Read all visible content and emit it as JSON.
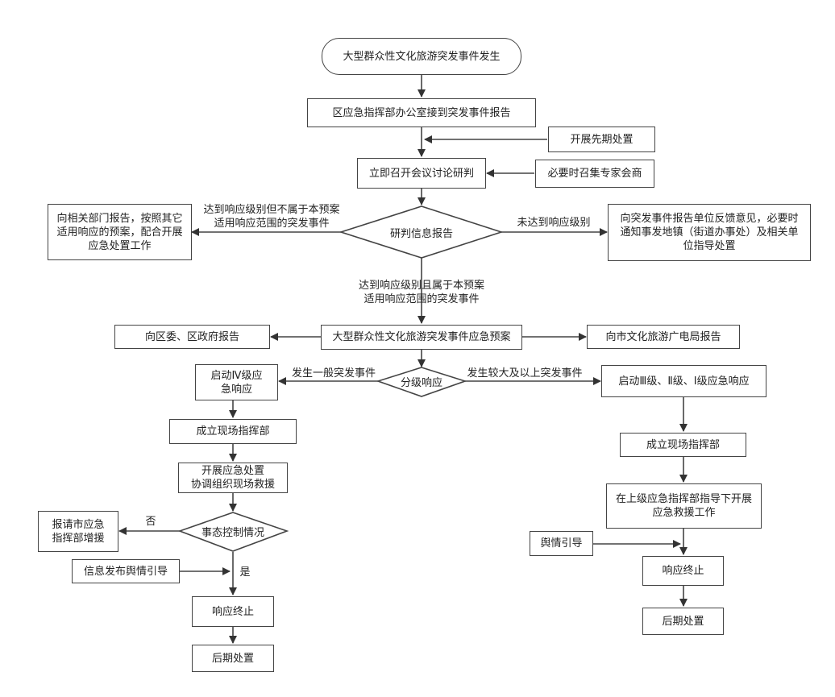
{
  "nodes": {
    "start": "大型群众性文化旅游突发事件发生",
    "office": "区应急指挥部办公室接到突发事件报告",
    "prelim": "开展先期处置",
    "meeting": "立即召开会议讨论研判",
    "experts": "必要时召集专家会商",
    "assess": "研判信息报告",
    "left_report": "向相关部门报告，按照其它\n适用响应的预案，配合开展\n应急处置工作",
    "right_feedback": "向突发事件报告单位反馈意见，必要时\n通知事发地镇（街道办事处）及相关单\n位指导处置",
    "plan": "大型群众性文化旅游突发事件应急预案",
    "report_gov": "向区委、区政府报告",
    "report_bureau": "向市文化旅游广电局报告",
    "grading": "分级响应",
    "level4": "启动Ⅳ级应\n急响应",
    "level123": "启动Ⅲ级、Ⅱ级、Ⅰ级应急响应",
    "hq_left": "成立现场指挥部",
    "hq_right": "成立现场指挥部",
    "rescue_left": "开展应急处置\n协调组织现场救援",
    "rescue_right": "在上级应急指挥部指导下开展\n应急救援工作",
    "control": "事态控制情况",
    "request_city": "报请市应急\n指挥部增援",
    "info_release": "信息发布舆情引导",
    "opinion": "舆情引导",
    "end_left": "响应终止",
    "after_left": "后期处置",
    "end_right": "响应终止",
    "after_right": "后期处置"
  },
  "edge_labels": {
    "left_branch": "达到响应级别但不属于本预案\n适用响应范围的突发事件",
    "right_branch": "未达到响应级别",
    "down_branch": "达到响应级别且属于本预案\n适用响应范围的突发事件",
    "general": "发生一般突发事件",
    "major": "发生较大及以上突发事件",
    "no": "否",
    "yes": "是"
  }
}
